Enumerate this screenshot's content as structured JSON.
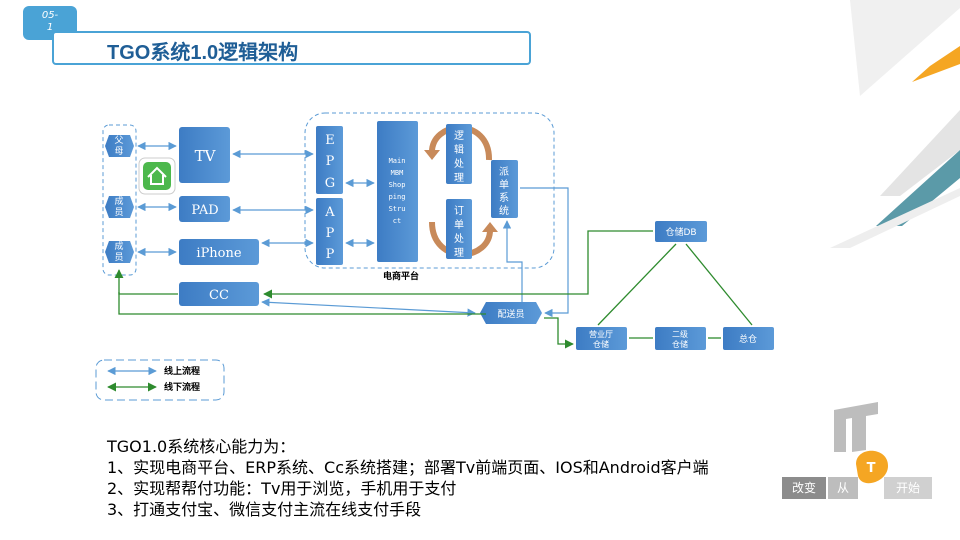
{
  "slide": {
    "badge": [
      "05-",
      "1"
    ],
    "title": "TGO系统1.0逻辑架构"
  },
  "diagram": {
    "users": {
      "parent": [
        "父",
        "母"
      ],
      "member1": [
        "成",
        "员"
      ],
      "member2": [
        "成",
        "员"
      ]
    },
    "devices": {
      "tv": "TV",
      "pad": "PAD",
      "iphone": "iPhone",
      "cc": "CC"
    },
    "epg": [
      "E",
      "P",
      "G"
    ],
    "app": [
      "A",
      "P",
      "P"
    ],
    "main_block": [
      "Main",
      "MBM",
      "Shop",
      "ping",
      "Stru",
      "ct"
    ],
    "logic": [
      "逻",
      "辑",
      "处",
      "理"
    ],
    "order": [
      "订",
      "单",
      "处",
      "理"
    ],
    "dispatch": [
      "派",
      "单",
      "系",
      "统"
    ],
    "ecommerce_label": "电商平台",
    "warehouse_db": "仓储DB",
    "courier": "配送员",
    "store_warehouse": [
      "营业厅",
      "仓储"
    ],
    "second_warehouse": [
      "二级",
      "仓储"
    ],
    "main_warehouse": "总仓",
    "legend": {
      "online": "线上流程",
      "offline": "线下流程"
    }
  },
  "summary": [
    "TGO1.0系统核心能力为：",
    "1、实现电商平台、ERP系统、Cc系统搭建；部署Tv前端页面、IOS和Android客户端",
    "2、实现帮帮付功能：Tv用于浏览，手机用于支付",
    "3、打通支付宝、微信支付主流在线支付手段"
  ],
  "logo": {
    "left": "改变",
    "mid": "从",
    "right": "开始"
  },
  "colors": {
    "blue_box": "#4f8fd0",
    "online_arrow": "#5b9bd5",
    "offline_arrow": "#2e8b2e",
    "accent_orange": "#f5a623",
    "accent_teal": "#5b9aa8"
  }
}
